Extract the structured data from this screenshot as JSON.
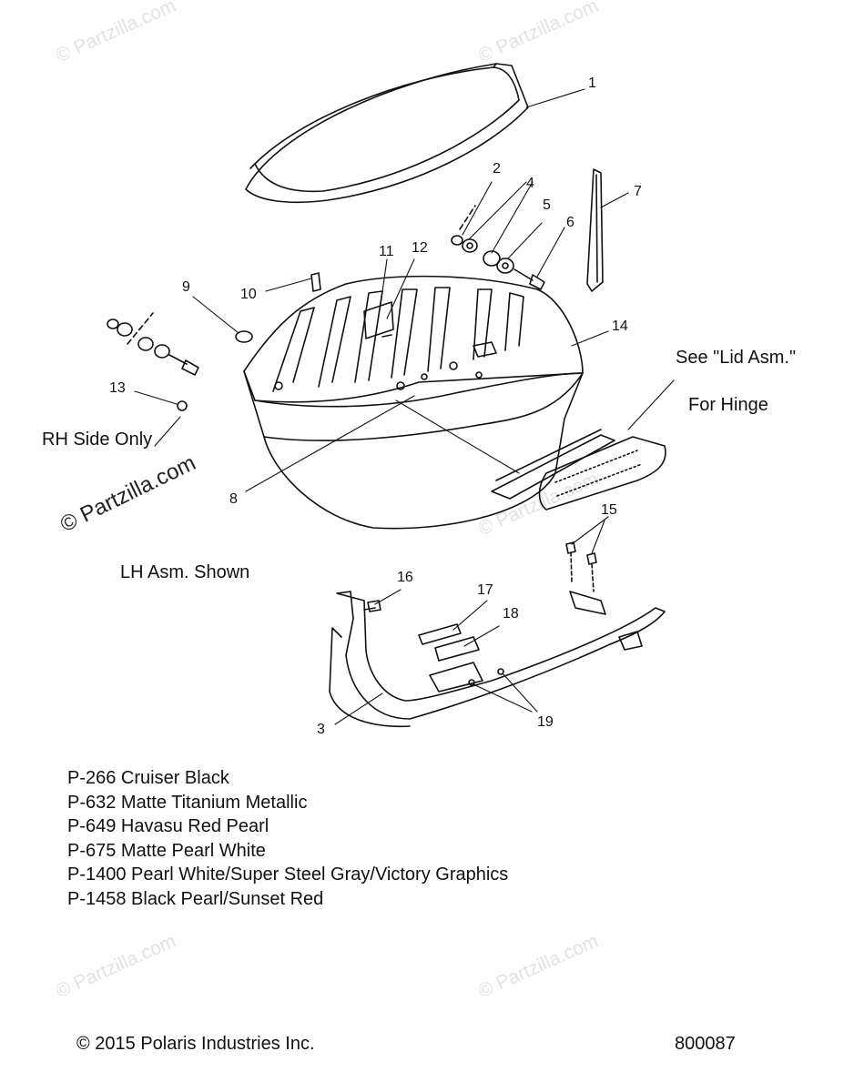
{
  "callouts": {
    "c1": "1",
    "c2": "2",
    "c3": "3",
    "c4": "4",
    "c5": "5",
    "c6": "6",
    "c7": "7",
    "c8": "8",
    "c9": "9",
    "c10": "10",
    "c11": "11",
    "c12": "12",
    "c13": "13",
    "c14": "14",
    "c15": "15",
    "c16": "16",
    "c17": "17",
    "c18": "18",
    "c19": "19"
  },
  "notes": {
    "see_lid": "See \"Lid Asm.\"",
    "for_hinge": "For Hinge",
    "rh_side": "RH Side Only",
    "lh_asm": "LH Asm. Shown"
  },
  "watermark": {
    "text": "© Partzilla.com"
  },
  "paint_codes": [
    "P-266  Cruiser Black",
    "P-632  Matte Titanium Metallic",
    "P-649  Havasu Red Pearl",
    "P-675  Matte Pearl White",
    "P-1400 Pearl White/Super Steel Gray/Victory Graphics",
    "P-1458 Black Pearl/Sunset Red"
  ],
  "footer": {
    "copyright": "© 2015 Polaris Industries Inc.",
    "figure_number": "800087"
  }
}
